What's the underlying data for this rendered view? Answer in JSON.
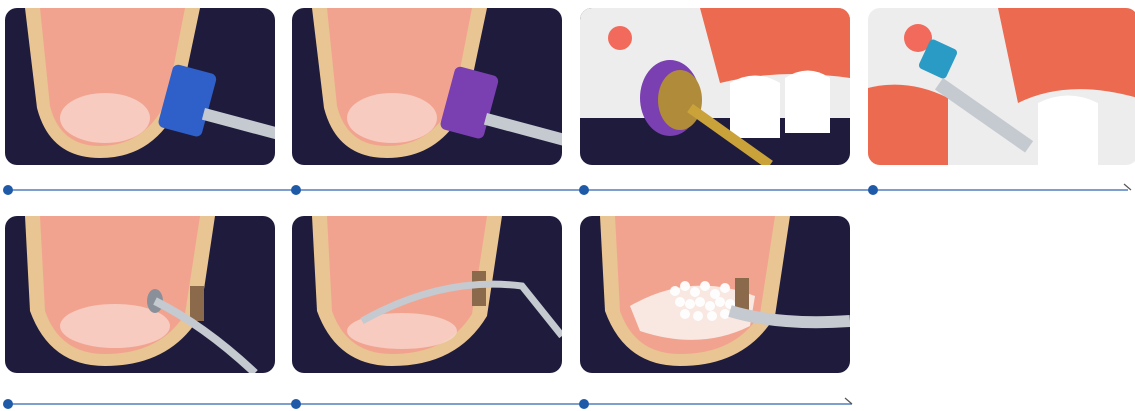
{
  "rows": [
    {
      "steps": [
        {
          "scene": "sinus-lift-crestal",
          "instrument": "blue-drill-stop",
          "instrument_color": "#2f5fc8"
        },
        {
          "scene": "sinus-lift-crestal",
          "instrument": "purple-drill-stop",
          "instrument_color": "#7a3fb0"
        },
        {
          "scene": "teeth-gingiva",
          "instrument": "purple-gold-bur",
          "instrument_color": "#7a3fb0"
        },
        {
          "scene": "teeth-gingiva",
          "instrument": "blue-trephine",
          "instrument_color": "#2a9bc5"
        }
      ]
    },
    {
      "steps": [
        {
          "scene": "sinus-lift-crestal",
          "instrument": "curette-elevator",
          "instrument_color": "#b9bfc7"
        },
        {
          "scene": "sinus-lift-crestal",
          "instrument": "curved-elevator",
          "instrument_color": "#b9bfc7"
        },
        {
          "scene": "sinus-lift-crestal",
          "instrument": "bone-graft-carrier",
          "instrument_color": "#b9bfc7"
        }
      ]
    }
  ],
  "colors": {
    "timeline": "#2f66b0",
    "node": "#1f5aa8",
    "arrow": "#555555",
    "background_dark": "#1e1b3c",
    "gingiva": "#f2a38f",
    "bone": "#e8c592",
    "tooth": "#f4f4f4"
  }
}
